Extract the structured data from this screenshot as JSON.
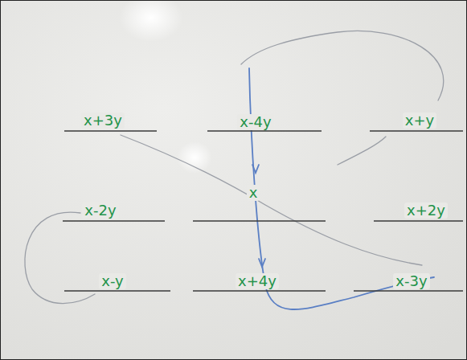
{
  "diagram": {
    "labels": [
      "x+3y",
      "x-4y",
      "x+y",
      "x-2y",
      "x",
      "x+2y",
      "x-y",
      "x+4y",
      "x-3y"
    ]
  }
}
